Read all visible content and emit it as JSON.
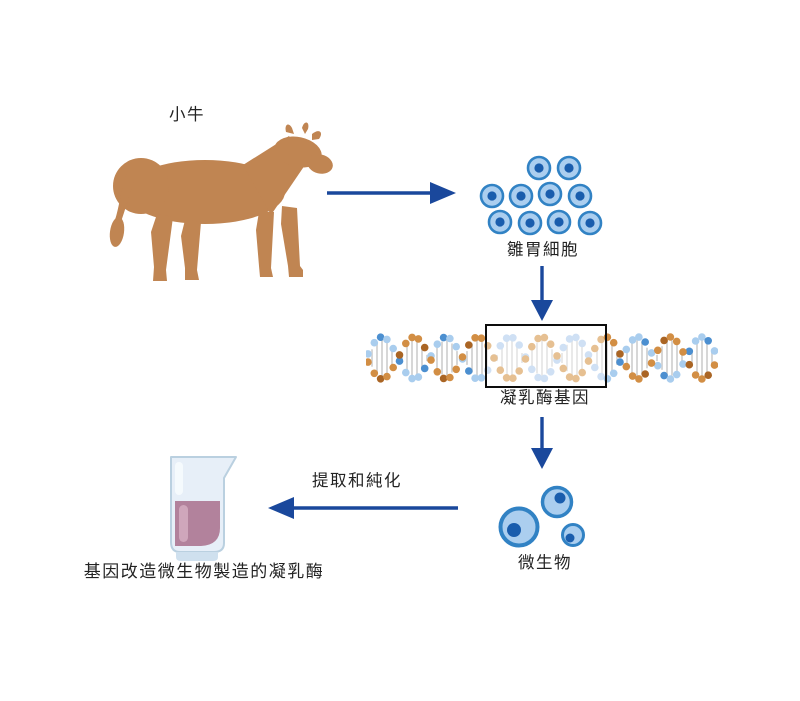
{
  "diagram": {
    "type": "flow-diagram",
    "nodes": [
      {
        "id": "calf",
        "label": "小牛",
        "illustration": "cow-silhouette"
      },
      {
        "id": "stomach-cells",
        "label": "雛胃細胞",
        "illustration": "cell-cluster"
      },
      {
        "id": "chymosin-gene",
        "label": "凝乳酶基因",
        "illustration": "dna-helix-with-boxed-gene"
      },
      {
        "id": "microbes",
        "label": "微生物",
        "illustration": "microbe-cells"
      },
      {
        "id": "product",
        "label": "基因改造微生物製造的凝乳酶",
        "illustration": "beaker-with-liquid"
      }
    ],
    "edges": [
      {
        "from": "calf",
        "to": "stomach-cells",
        "label": ""
      },
      {
        "from": "stomach-cells",
        "to": "chymosin-gene",
        "label": ""
      },
      {
        "from": "chymosin-gene",
        "to": "microbes",
        "label": ""
      },
      {
        "from": "microbes",
        "to": "product",
        "label": "提取和純化"
      }
    ],
    "colors": {
      "arrow": "#1a489c",
      "cow": "#c08552",
      "cell_fill": "#abceef",
      "cell_border": "#3182c4",
      "cell_nucleus": "#1a5dad",
      "dna_orange": "#d28e44",
      "dna_orange_dark": "#aa6524",
      "dna_orange_faded": "#e6c092",
      "dna_blue": "#a9cdee",
      "dna_blue_dark": "#4c8fd0",
      "dna_blue_faded": "#cfe0f4",
      "dna_rung": "#d7d7d7",
      "dna_rung_faded": "#e9e9e9",
      "gene_box_border": "#0d0d0d",
      "beaker_glass": "#e7eff8",
      "beaker_outline": "#bad0e0",
      "liquid": "#b2829c",
      "liquid_highlight": "#cfa6bb",
      "text": "#232323"
    }
  }
}
